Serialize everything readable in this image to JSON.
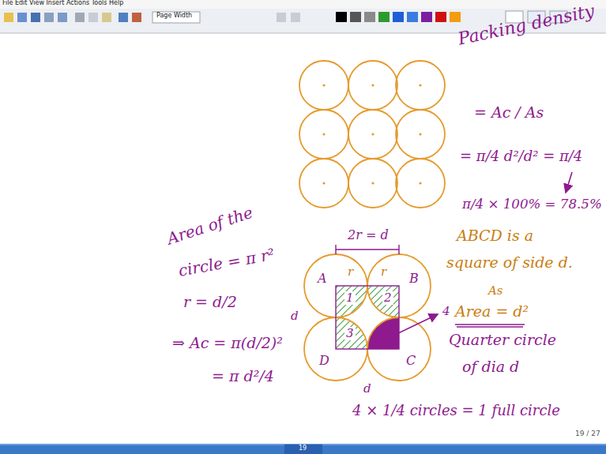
{
  "diagram": {
    "labels": [
      "File Edit View Insert Actions Tools Help",
      "Page Width",
      "Packing density",
      "= Ac / As",
      "= π/4 d²/d² = π/4",
      "π/4 × 100% = 78.5%",
      "ABCD is a",
      "square of side d.",
      "As",
      "Area = d²",
      "Quarter circle",
      "of dia d",
      "4 × 1/4 circles = 1 full circle",
      "Area of the",
      "circle = π r²",
      "r = d/2",
      "⇒ Ac = π(d/2)²",
      "= π d²/4",
      "2r = d",
      "A",
      "r",
      "r",
      "B",
      "d",
      "1",
      "2",
      "3",
      "D",
      "C",
      "d",
      "4",
      "19 / 27",
      "19"
    ]
  }
}
